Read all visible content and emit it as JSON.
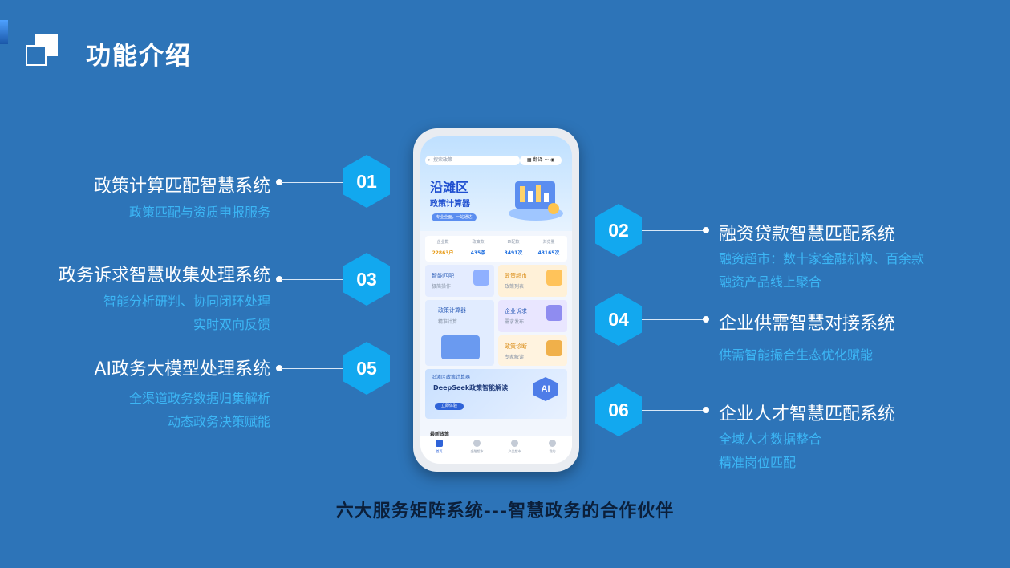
{
  "page": {
    "title": "功能介绍",
    "footer": "六大服务矩阵系统---智慧政务的合作伙伴"
  },
  "features": [
    {
      "num": "01",
      "title": "政策计算匹配智慧系统",
      "desc": [
        "政策匹配与资质申报服务"
      ]
    },
    {
      "num": "02",
      "title": "融资贷款智慧匹配系统",
      "desc": [
        "融资超市：数十家金融机构、百余款",
        "融资产品线上聚合"
      ]
    },
    {
      "num": "03",
      "title": "政务诉求智慧收集处理系统",
      "desc": [
        "智能分析研判、协同闭环处理",
        "实时双向反馈"
      ]
    },
    {
      "num": "04",
      "title": "企业供需智慧对接系统",
      "desc": [
        "供需智能撮合生态优化赋能"
      ]
    },
    {
      "num": "05",
      "title": "AI政务大模型处理系统",
      "desc": [
        "全渠道政务数据归集解析",
        "动态政务决策赋能"
      ]
    },
    {
      "num": "06",
      "title": "企业人才智慧匹配系统",
      "desc": [
        "全域人才数据整合",
        "精准岗位匹配"
      ]
    }
  ],
  "phone": {
    "search_placeholder": "搜索政策",
    "translate": "翻译",
    "hero_title": "沿滩区",
    "hero_subtitle": "政策计算器",
    "hero_tag": "专业全面，一站通达",
    "stats": [
      {
        "label": "企业数",
        "value": "22863户"
      },
      {
        "label": "政策数",
        "value": "435条"
      },
      {
        "label": "匹配数",
        "value": "3491次"
      },
      {
        "label": "浏览量",
        "value": "43165次"
      }
    ],
    "cards": [
      {
        "title": "智能匹配",
        "sub": "极简操作"
      },
      {
        "title": "政策超市",
        "sub": "政策列表"
      },
      {
        "title": "政策计算器",
        "sub": "精准计算"
      },
      {
        "title": "企业诉求",
        "sub": "需求发布"
      },
      {
        "title": "政策诊断",
        "sub": "专家解读"
      }
    ],
    "banner_small": "沿滩区政策计算器",
    "banner_title": "DeepSeek政策智能解读",
    "banner_button": "立即体验",
    "banner_badge": "AI",
    "news_heading": "最新政策",
    "tabs": [
      "首页",
      "金融超市",
      "产品超市",
      "我的"
    ]
  },
  "colors": {
    "background": "#2d74b8",
    "accent": "#12a8ef",
    "desc": "#3cb6f5",
    "footer": "#0b1f3a"
  }
}
